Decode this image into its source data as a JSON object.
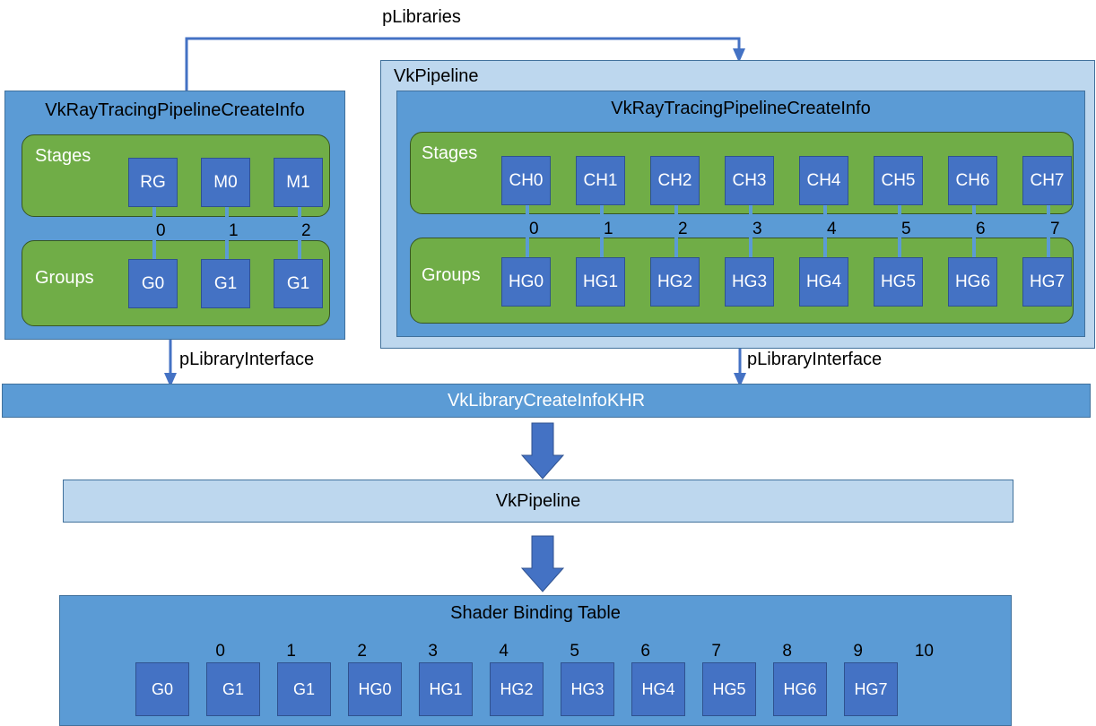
{
  "diagram": {
    "title_top_connector": "pLibraries",
    "left_library": {
      "box_title": "VkRayTracingPipelineCreateInfo",
      "stages_label": "Stages",
      "groups_label": "Groups",
      "stages": [
        "RG",
        "M0",
        "M1"
      ],
      "groups": [
        "G0",
        "G1",
        "G1"
      ],
      "indices": [
        "0",
        "1",
        "2"
      ],
      "interface_label": "pLibraryInterface"
    },
    "right_pipeline": {
      "outer_title": "VkPipeline",
      "box_title": "VkRayTracingPipelineCreateInfo",
      "stages_label": "Stages",
      "groups_label": "Groups",
      "stages": [
        "CH0",
        "CH1",
        "CH2",
        "CH3",
        "CH4",
        "CH5",
        "CH6",
        "CH7"
      ],
      "groups": [
        "HG0",
        "HG1",
        "HG2",
        "HG3",
        "HG4",
        "HG5",
        "HG6",
        "HG7"
      ],
      "indices": [
        "0",
        "1",
        "2",
        "3",
        "4",
        "5",
        "6",
        "7"
      ],
      "interface_label": "pLibraryInterface"
    },
    "library_create_info_bar": "VkLibraryCreateInfoKHR",
    "pipeline_bar": "VkPipeline",
    "shader_binding_table": {
      "title": "Shader Binding Table",
      "entries": [
        {
          "index": "0",
          "label": "G0"
        },
        {
          "index": "1",
          "label": "G1"
        },
        {
          "index": "2",
          "label": "G1"
        },
        {
          "index": "3",
          "label": "HG0"
        },
        {
          "index": "4",
          "label": "HG1"
        },
        {
          "index": "5",
          "label": "HG2"
        },
        {
          "index": "6",
          "label": "HG3"
        },
        {
          "index": "7",
          "label": "HG4"
        },
        {
          "index": "8",
          "label": "HG5"
        },
        {
          "index": "9",
          "label": "HG6"
        },
        {
          "index": "10",
          "label": "HG7"
        }
      ]
    },
    "colors": {
      "mid_blue": "#5B9BD5",
      "light_blue": "#BDD7EE",
      "green": "#70AD47",
      "chip_blue": "#4472C4",
      "outline_blue": "#41719C",
      "arrow_blue": "#4472C4",
      "white": "#FFFFFF",
      "black": "#000000"
    }
  }
}
